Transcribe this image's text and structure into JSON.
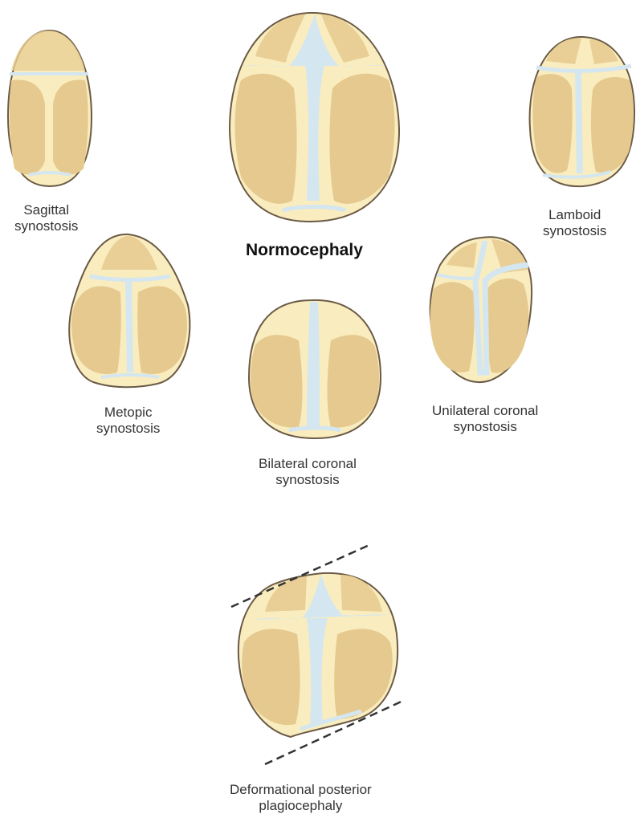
{
  "title": "Normocephaly",
  "labels": {
    "sagittal": [
      "Sagittal",
      "synostosis"
    ],
    "lamboid": [
      "Lamboid",
      "synostosis"
    ],
    "metopic": [
      "Metopic",
      "synostosis"
    ],
    "unilateral": [
      "Unilateral coronal",
      "synostosis"
    ],
    "bilateral": [
      "Bilateral coronal",
      "synostosis"
    ],
    "deformational": [
      "Deformational posterior",
      "plagiocephaly"
    ]
  },
  "colors": {
    "bone": "#e9cf95",
    "bone_light": "#f9edbf",
    "suture": "#d4e6f0",
    "outline": "#6b5a45",
    "bone_shade": "#dcbf85"
  }
}
